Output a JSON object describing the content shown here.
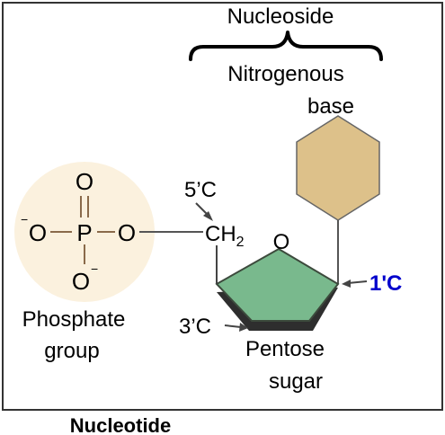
{
  "colors": {
    "border": "#333333",
    "phosphate_circle": "#fbf1de",
    "base_fill": "#ddc18a",
    "base_stroke": "#666666",
    "sugar_fill": "#79b98d",
    "sugar_shadow": "#2e2e2e",
    "bond": "#444444",
    "highlight_1c": "#0000cc"
  },
  "labels": {
    "nucleoside": "Nucleoside",
    "nitrogenous_line1": "Nitrogenous",
    "nitrogenous_line2": "base",
    "five_c": "5’C",
    "ch2_main": "CH",
    "ch2_sub": "2",
    "ring_oxygen": "O",
    "one_c": "1'C",
    "three_c": "3’C",
    "pentose_line1": "Pentose",
    "pentose_line2": "sugar",
    "phosphate_line1": "Phosphate",
    "phosphate_line2": "group",
    "nucleotide": "Nucleotide"
  },
  "phosphate": {
    "o_top": "O",
    "o_left": "O",
    "o_left_charge": "−",
    "p": "P",
    "o_right": "O",
    "o_bottom": "O",
    "o_bottom_charge": "−"
  }
}
